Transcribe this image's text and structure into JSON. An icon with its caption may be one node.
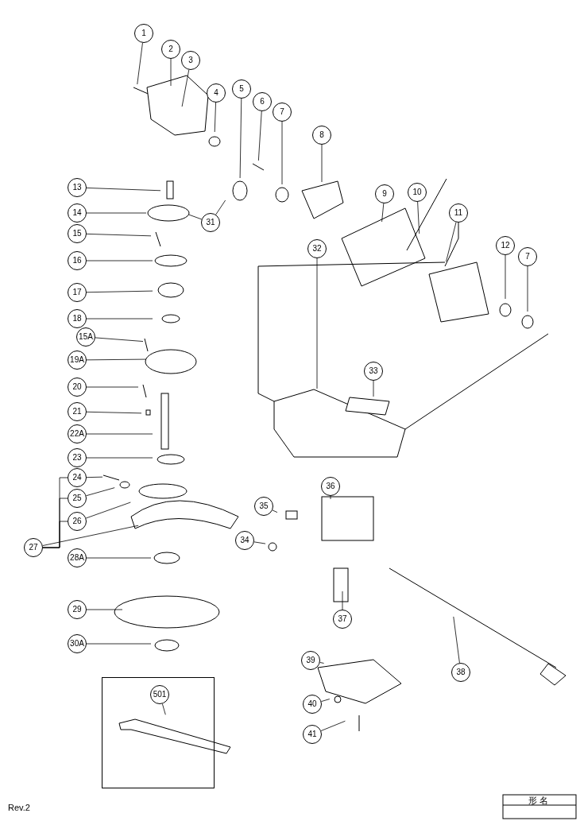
{
  "diagram": {
    "nodes": [
      {
        "text": [
          "1"
        ]
      },
      {
        "text": [
          "2"
        ]
      },
      {
        "text": [
          "3"
        ]
      },
      {
        "text": [
          "4"
        ]
      },
      {
        "text": [
          "5"
        ]
      },
      {
        "text": [
          "6"
        ]
      },
      {
        "text": [
          "7"
        ]
      },
      {
        "text": [
          "8"
        ]
      },
      {
        "text": [
          "9"
        ]
      },
      {
        "text": [
          "10"
        ]
      },
      {
        "text": [
          "11"
        ]
      },
      {
        "text": [
          "12"
        ]
      },
      {
        "text": [
          "7"
        ]
      },
      {
        "text": [
          "13"
        ]
      },
      {
        "text": [
          "14"
        ]
      },
      {
        "text": [
          "31"
        ]
      },
      {
        "text": [
          "15"
        ]
      },
      {
        "text": [
          "16"
        ]
      },
      {
        "text": [
          "17"
        ]
      },
      {
        "text": [
          "18"
        ]
      },
      {
        "text": [
          "15A"
        ]
      },
      {
        "text": [
          "19A"
        ]
      },
      {
        "text": [
          "20"
        ]
      },
      {
        "text": [
          "21"
        ]
      },
      {
        "text": [
          "22A"
        ]
      },
      {
        "text": [
          "23"
        ]
      },
      {
        "text": [
          "24"
        ]
      },
      {
        "text": [
          "25"
        ]
      },
      {
        "text": [
          "26"
        ]
      },
      {
        "text": [
          "27"
        ]
      },
      {
        "text": [
          "28A"
        ]
      },
      {
        "text": [
          "29"
        ]
      },
      {
        "text": [
          "30A"
        ]
      },
      {
        "text": [
          "32"
        ]
      },
      {
        "text": [
          "33"
        ]
      },
      {
        "text": [
          "36"
        ]
      },
      {
        "text": [
          "35"
        ]
      },
      {
        "text": [
          "34"
        ]
      },
      {
        "text": [
          "37"
        ]
      },
      {
        "text": [
          "38"
        ]
      },
      {
        "text": [
          "39"
        ]
      },
      {
        "text": [
          "40"
        ]
      },
      {
        "text": [
          "41"
        ]
      },
      {
        "text": [],
        "shape": "box"
      },
      {
        "text": [
          "501"
        ],
        "in": 43
      }
    ],
    "edges": [
      {
        "from": 0,
        "to": null,
        "arrow": "none"
      },
      {
        "from": 1,
        "to": null,
        "arrow": "none"
      },
      {
        "from": 2,
        "to": null,
        "arrow": "none"
      },
      {
        "from": 3,
        "to": null,
        "arrow": "none"
      },
      {
        "from": 4,
        "to": null,
        "arrow": "none"
      },
      {
        "from": 5,
        "to": null,
        "arrow": "none"
      },
      {
        "from": 6,
        "to": null,
        "arrow": "none"
      },
      {
        "from": 7,
        "to": null,
        "arrow": "none"
      },
      {
        "from": 8,
        "to": null,
        "arrow": "none"
      },
      {
        "from": 9,
        "to": null,
        "arrow": "none"
      },
      {
        "from": 10,
        "to": null,
        "arrow": "none"
      },
      {
        "from": 11,
        "to": null,
        "arrow": "none"
      },
      {
        "from": 12,
        "to": null,
        "arrow": "none"
      },
      {
        "from": 13,
        "to": null,
        "arrow": "none"
      },
      {
        "from": 14,
        "to": null,
        "arrow": "none"
      },
      {
        "from": 15,
        "to": null,
        "arrow": "none"
      },
      {
        "from": 15,
        "to": null,
        "arrow": "none"
      },
      {
        "from": 16,
        "to": null,
        "arrow": "none"
      },
      {
        "from": 17,
        "to": null,
        "arrow": "none"
      },
      {
        "from": 18,
        "to": null,
        "arrow": "none"
      },
      {
        "from": 19,
        "to": null,
        "arrow": "none"
      },
      {
        "from": 20,
        "to": null,
        "arrow": "none"
      },
      {
        "from": 21,
        "to": null,
        "arrow": "none"
      },
      {
        "from": 22,
        "to": null,
        "arrow": "none"
      },
      {
        "from": 23,
        "to": null,
        "arrow": "none"
      },
      {
        "from": 24,
        "to": null,
        "arrow": "none"
      },
      {
        "from": 25,
        "to": null,
        "arrow": "none"
      },
      {
        "from": 26,
        "to": null,
        "arrow": "none"
      },
      {
        "from": 27,
        "to": null,
        "arrow": "none"
      },
      {
        "from": 28,
        "to": null,
        "arrow": "none"
      },
      {
        "from": 29,
        "to": 26,
        "arrow": "none"
      },
      {
        "from": 29,
        "to": 27,
        "arrow": "none"
      },
      {
        "from": 29,
        "to": 28,
        "arrow": "none"
      },
      {
        "from": 29,
        "to": null,
        "arrow": "none"
      },
      {
        "from": 30,
        "to": null,
        "arrow": "none"
      },
      {
        "from": 31,
        "to": null,
        "arrow": "none"
      },
      {
        "from": 32,
        "to": null,
        "arrow": "none"
      },
      {
        "from": 33,
        "to": null,
        "arrow": "none"
      },
      {
        "from": 34,
        "to": null,
        "arrow": "none"
      },
      {
        "from": 35,
        "to": null,
        "arrow": "none"
      },
      {
        "from": 36,
        "to": null,
        "arrow": "none"
      },
      {
        "from": 37,
        "to": null,
        "arrow": "none"
      },
      {
        "from": 38,
        "to": null,
        "arrow": "none"
      },
      {
        "from": 39,
        "to": null,
        "arrow": "none"
      },
      {
        "from": 40,
        "to": null,
        "arrow": "none"
      },
      {
        "from": 41,
        "to": null,
        "arrow": "none"
      },
      {
        "from": 42,
        "to": null,
        "arrow": "none"
      },
      {
        "from": 44,
        "to": null,
        "arrow": "none"
      }
    ],
    "labels": [
      "Rev.2",
      "形 名"
    ]
  }
}
